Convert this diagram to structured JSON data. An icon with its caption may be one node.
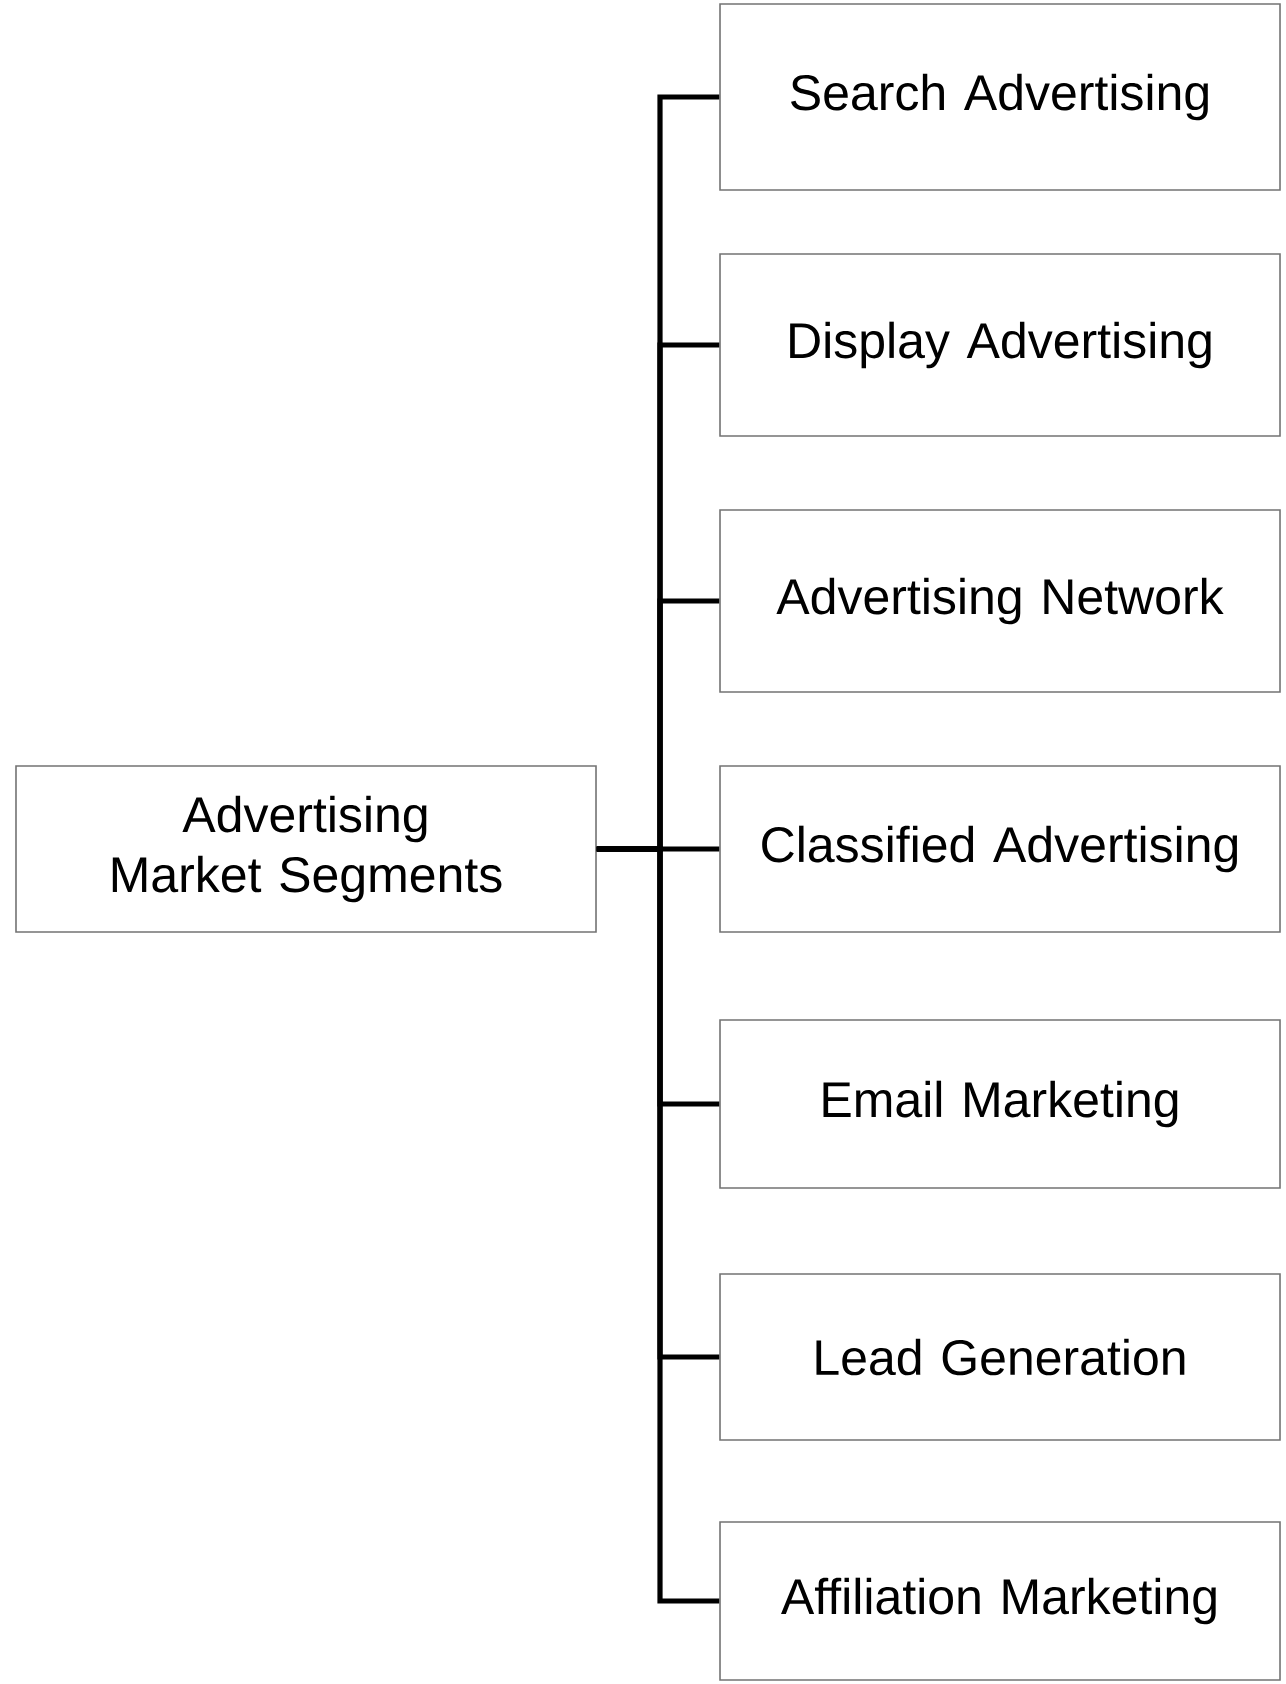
{
  "diagram": {
    "nodes": [
      {
        "text": [
          "Advertising Market Segments"
        ]
      },
      {
        "text": [
          "Search Advertising"
        ]
      },
      {
        "text": [
          "Display Advertising"
        ]
      },
      {
        "text": [
          "Advertising Network"
        ]
      },
      {
        "text": [
          "Classified Advertising"
        ]
      },
      {
        "text": [
          "Email Marketing"
        ]
      },
      {
        "text": [
          "Lead Generation"
        ]
      },
      {
        "text": [
          "Affiliation Marketing"
        ]
      }
    ],
    "edges": [
      {
        "from": 0,
        "to": 1,
        "arrow": "none"
      },
      {
        "from": 0,
        "to": 2,
        "arrow": "none"
      },
      {
        "from": 0,
        "to": 3,
        "arrow": "none"
      },
      {
        "from": 0,
        "to": 4,
        "arrow": "none"
      },
      {
        "from": 0,
        "to": 5,
        "arrow": "none"
      },
      {
        "from": 0,
        "to": 6,
        "arrow": "none"
      },
      {
        "from": 0,
        "to": 7,
        "arrow": "none"
      }
    ]
  }
}
